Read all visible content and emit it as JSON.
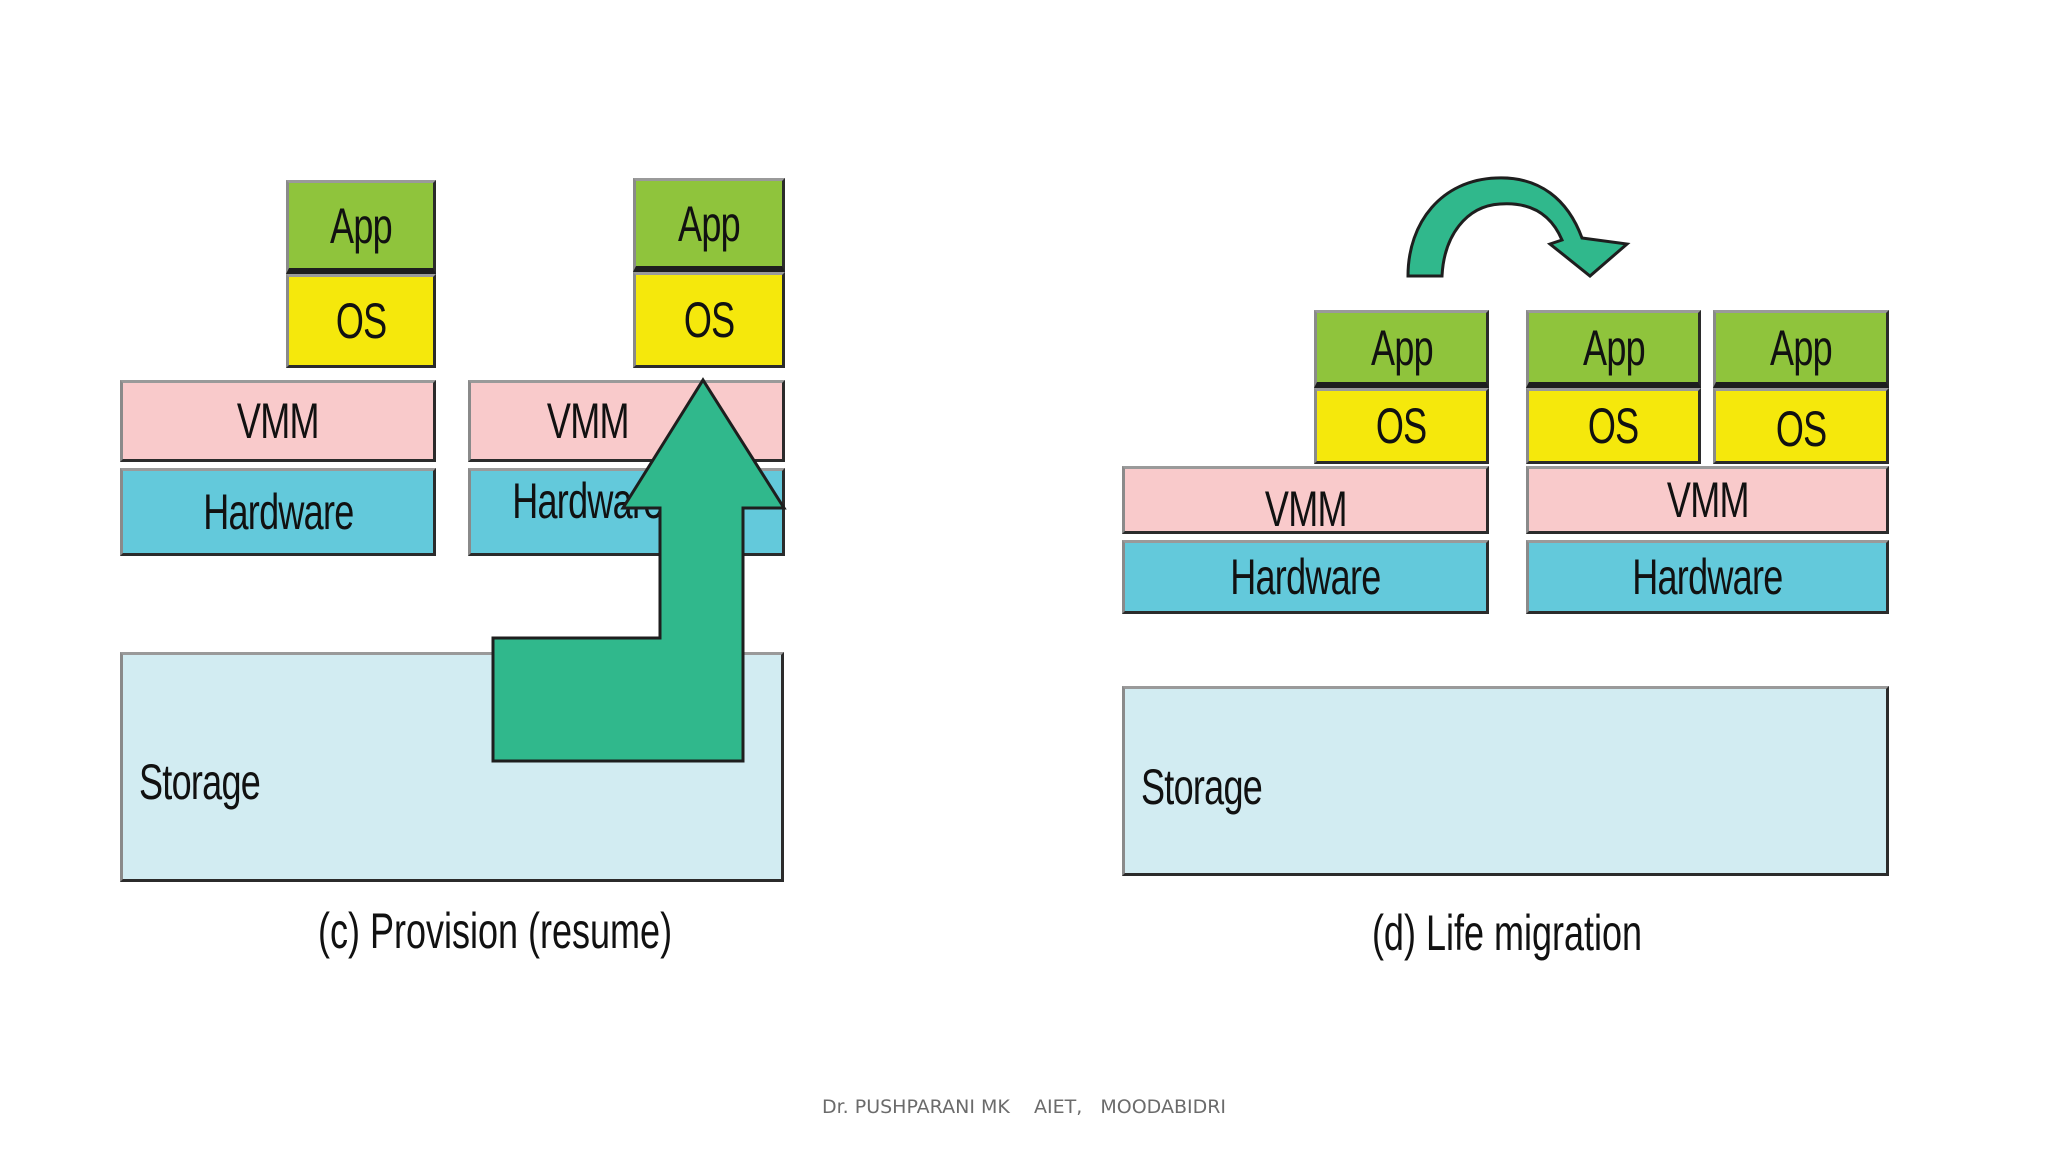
{
  "left_diagram": {
    "source_stack": {
      "app": "App",
      "os": "OS",
      "vmm": "VMM",
      "hardware": "Hardware"
    },
    "target_stack": {
      "app": "App",
      "os": "OS",
      "vmm": "VMM",
      "hardware": "Hardware"
    },
    "storage": "Storage",
    "caption": "(c) Provision (resume)"
  },
  "right_diagram": {
    "host1": {
      "app": "App",
      "os": "OS",
      "vmm": "VMM",
      "hardware": "Hardware"
    },
    "host2": {
      "vm1_app": "App",
      "vm1_os": "OS",
      "vm2_app": "App",
      "vm2_os": "OS",
      "vmm": "VMM",
      "hardware": "Hardware"
    },
    "storage": "Storage",
    "caption": "(d) Life migration"
  },
  "footer": "Dr. PUSHPARANI MK    AIET,   MOODABIDRI",
  "colors": {
    "app": "#8fc43c",
    "os": "#f5e80c",
    "vmm": "#f9cacb",
    "hardware": "#63c9db",
    "storage": "#d2ecf2",
    "arrow": "#30b88c"
  }
}
